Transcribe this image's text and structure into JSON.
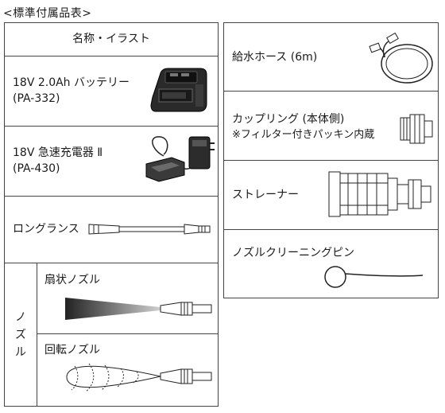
{
  "section_title": "<標準付属品表>",
  "left_table": {
    "header": "名称・イラスト",
    "rows": [
      {
        "name_line1": "18V 2.0Ah バッテリー",
        "name_line2": "(PA-332)",
        "icon": "battery-pack-icon"
      },
      {
        "name_line1": "18V 急速充電器 Ⅱ",
        "name_line2": "(PA-430)",
        "icon": "charger-icon"
      },
      {
        "name": "ロングランス",
        "icon": "long-lance-icon"
      }
    ],
    "nozzle_group": {
      "group_label": "ノズル",
      "items": [
        {
          "name": "扇状ノズル",
          "icon": "fan-nozzle-icon"
        },
        {
          "name": "回転ノズル",
          "icon": "rotary-nozzle-icon"
        }
      ]
    }
  },
  "right_table": {
    "rows": [
      {
        "name": "給水ホース (6m)",
        "icon": "water-hose-icon"
      },
      {
        "name_line1": "カップリング (本体側)",
        "name_line2": "※フィルター付きパッキン内蔵",
        "icon": "coupling-icon"
      },
      {
        "name": "ストレーナー",
        "icon": "strainer-icon"
      },
      {
        "name": "ノズルクリーニングピン",
        "icon": "cleaning-pin-icon"
      }
    ]
  }
}
